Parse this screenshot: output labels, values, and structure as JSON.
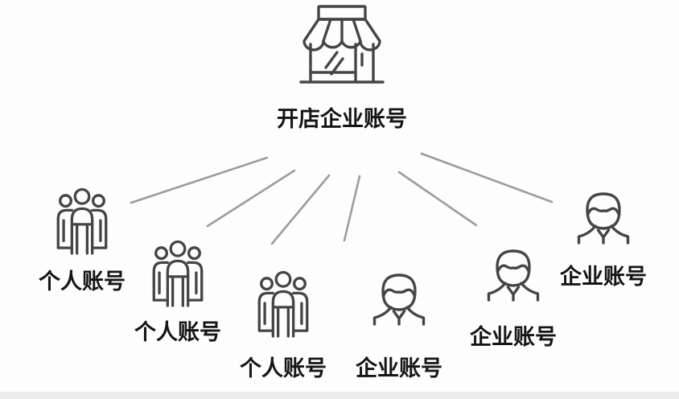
{
  "diagram": {
    "root": {
      "label": "开店企业账号",
      "icon": "storefront-icon"
    },
    "nodes": [
      {
        "id": "personal-1",
        "label": "个人账号",
        "type": "personal",
        "icon": "group-people-icon"
      },
      {
        "id": "personal-2",
        "label": "个人账号",
        "type": "personal",
        "icon": "group-people-icon"
      },
      {
        "id": "personal-3",
        "label": "个人账号",
        "type": "personal",
        "icon": "group-people-icon"
      },
      {
        "id": "enterprise-1",
        "label": "企业账号",
        "type": "enterprise",
        "icon": "person-icon"
      },
      {
        "id": "enterprise-2",
        "label": "企业账号",
        "type": "enterprise",
        "icon": "person-icon"
      },
      {
        "id": "enterprise-3",
        "label": "企业账号",
        "type": "enterprise",
        "icon": "person-icon"
      }
    ],
    "colors": {
      "iconStroke": "#454545",
      "labelText": "#151515",
      "connector": "#9c9c9c",
      "bg": "#fdfdfd",
      "footerBar": "#ececec"
    }
  }
}
